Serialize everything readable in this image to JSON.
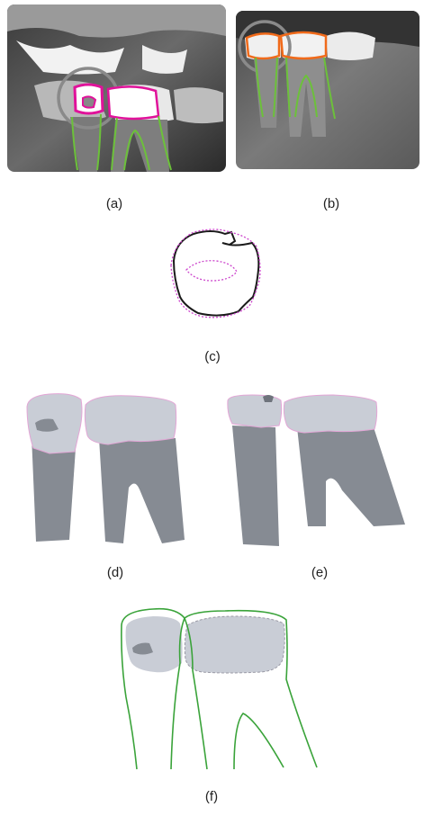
{
  "figure": {
    "panels": [
      {
        "id": "a",
        "label": "(a)"
      },
      {
        "id": "b",
        "label": "(b)"
      },
      {
        "id": "c",
        "label": "(c)"
      },
      {
        "id": "d",
        "label": "(d)"
      },
      {
        "id": "e",
        "label": "(e)"
      },
      {
        "id": "f",
        "label": "(f)"
      }
    ]
  },
  "colors": {
    "crown_outline_a": "#e0129a",
    "crown_outline_b": "#f06a1a",
    "root_outline": "#6cc13a",
    "highlight_circle": "#8a8a8a",
    "crown_fill": "#c9cdd6",
    "root_fill": "#868b93",
    "contour_black": "#1a1a1a",
    "contour_magenta": "#cc44cc",
    "outline_green": "#3aa33a"
  }
}
